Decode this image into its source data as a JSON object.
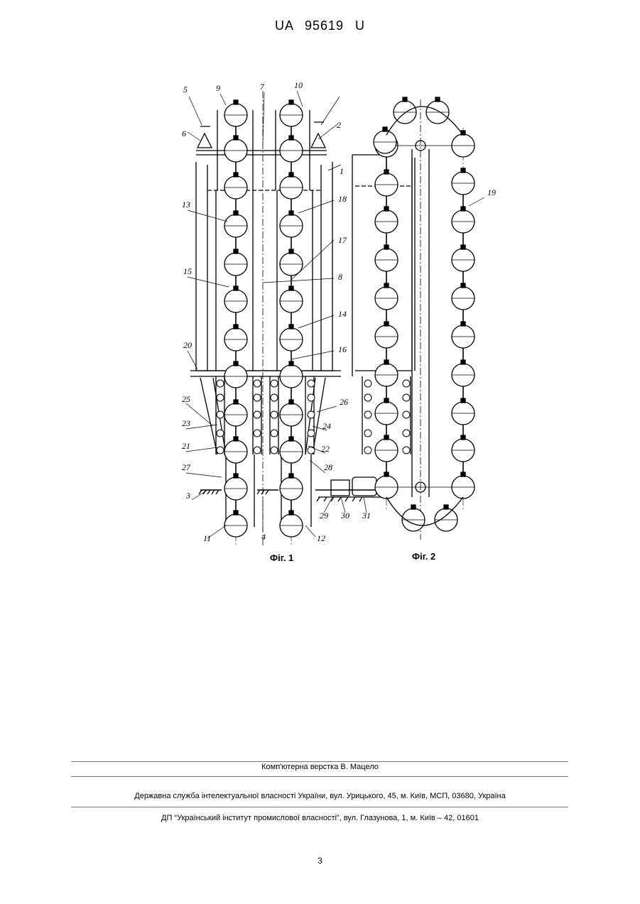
{
  "header": {
    "doc_number": "UA  95619  U"
  },
  "figures": {
    "fig1_caption": "Фіг. 1",
    "fig2_caption": "Фіг. 2",
    "labels": [
      "1",
      "2",
      "3",
      "4",
      "5",
      "6",
      "7",
      "8",
      "9",
      "10",
      "11",
      "12",
      "13",
      "14",
      "15",
      "16",
      "17",
      "18",
      "19",
      "20",
      "21",
      "22",
      "23",
      "24",
      "25",
      "26",
      "27",
      "28",
      "29",
      "30",
      "31"
    ]
  },
  "footer": {
    "typesetting": "Комп'ютерна верстка В. Мацело",
    "agency": "Державна служба інтелектуальної власності України, вул. Урицького, 45, м. Київ, МСП, 03680, Україна",
    "institute": "ДП “Український інститут промислової власності”, вул. Глазунова, 1, м. Київ – 42, 01601"
  },
  "page_number": "3"
}
